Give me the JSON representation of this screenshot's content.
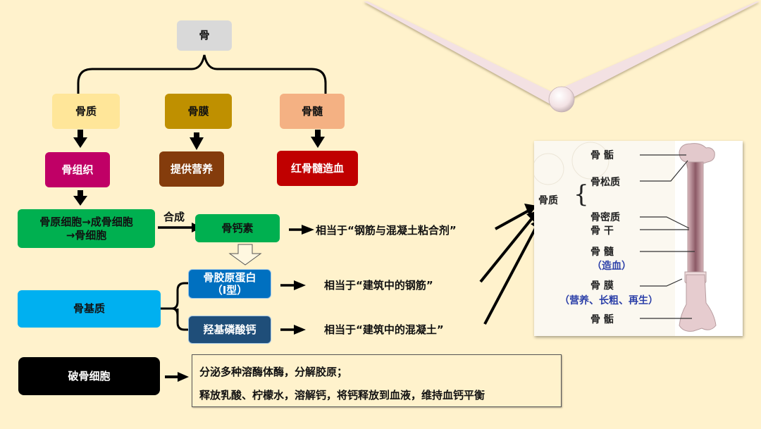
{
  "root": {
    "label": "骨",
    "color": "#d9d9d9"
  },
  "level1": [
    {
      "label": "骨质",
      "color": "#ffe699"
    },
    {
      "label": "骨膜",
      "color": "#bf9000"
    },
    {
      "label": "骨髓",
      "color": "#f4b183"
    }
  ],
  "level2": [
    {
      "label": "骨组织",
      "color": "#c00066"
    },
    {
      "label": "提供营养",
      "color": "#843c0c"
    },
    {
      "label": "红骨髓造血",
      "color": "#c00000"
    }
  ],
  "cells": {
    "line1": "骨原细胞→成骨细胞",
    "line2": "→骨细胞",
    "color": "#00b050"
  },
  "synth_label": "合成",
  "osteocalcin": {
    "label": "骨钙素",
    "color": "#00b050",
    "analogy": "相当于“钢筋与混凝土粘合剂”"
  },
  "matrix": {
    "label": "骨基质",
    "color": "#00b0f0"
  },
  "collagen": {
    "line1": "骨胶原蛋白",
    "line2": "（I型）",
    "color": "#0070c0",
    "analogy": "相当于“建筑中的钢筋”"
  },
  "hydroxyapatite": {
    "label": "羟基磷酸钙",
    "color": "#1f4e79",
    "analogy": "相当于“建筑中的混凝土”"
  },
  "osteoclast": {
    "label": "破骨细胞",
    "color": "#000000",
    "desc_line1": "分泌多种溶酶体酶，分解胶原；",
    "desc_line2": "释放乳酸、柠檬水，溶解钙，将钙释放到血液，维持血钙平衡"
  },
  "bone_figure": {
    "bone_substance": "骨质",
    "labels": {
      "epiphysis_top": "骨  骺",
      "spongy": "骨松质",
      "compact": "骨密质",
      "diaphysis": "骨  干",
      "marrow": "骨  髓",
      "marrow_note": "（造血）",
      "periosteum": "骨  膜",
      "periosteum_note": "（营养、长粗、再生）",
      "epiphysis_bottom": "骨  骺"
    }
  }
}
